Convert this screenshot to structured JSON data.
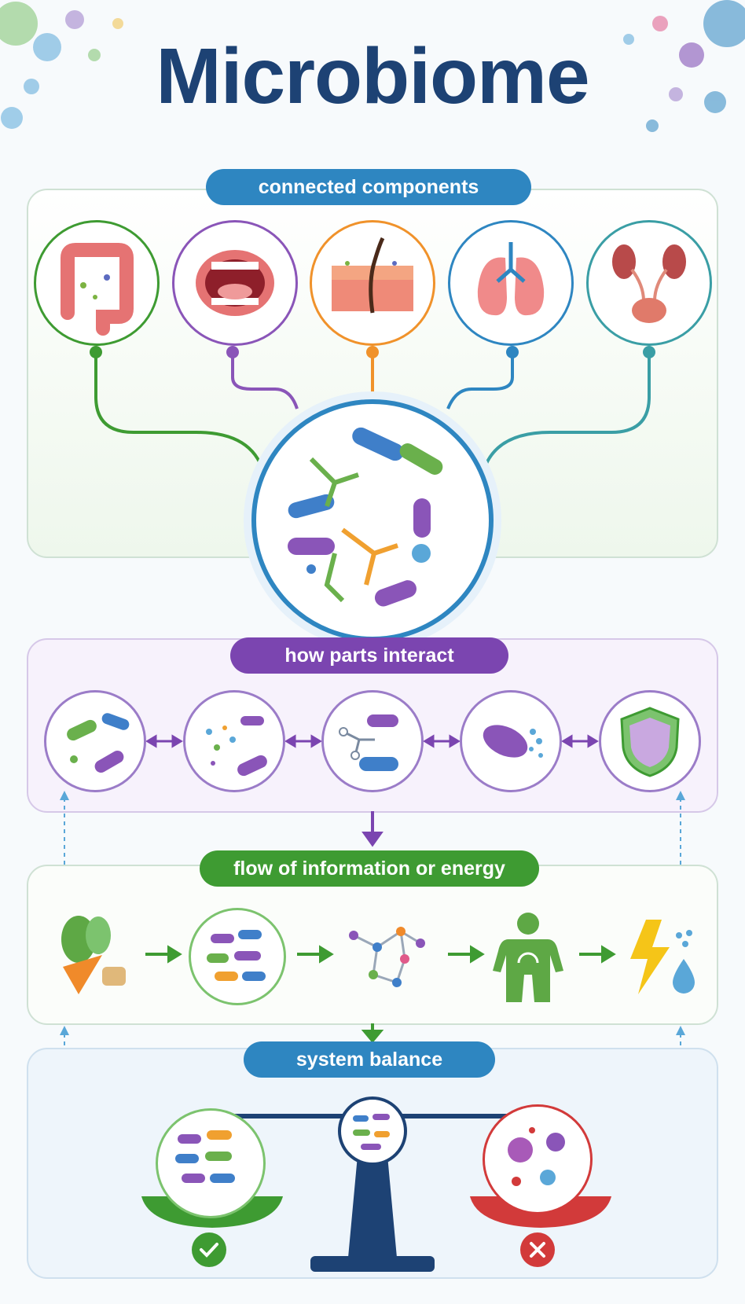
{
  "title": "Microbiome",
  "sections": {
    "components": {
      "label": "connected components",
      "color": "#2e86c1"
    },
    "interact": {
      "label": "how parts interact",
      "color": "#7b45b0"
    },
    "flow": {
      "label": "flow of information or energy",
      "color": "#3e9b32"
    },
    "balance": {
      "label": "system balance",
      "color": "#2e86c1"
    }
  },
  "components": [
    {
      "name": "gut",
      "icon": "intestine-icon",
      "color": "#3e9b32"
    },
    {
      "name": "mouth",
      "icon": "mouth-icon",
      "color": "#8a55b8"
    },
    {
      "name": "skin",
      "icon": "skin-icon",
      "color": "#f0922b"
    },
    {
      "name": "lungs",
      "icon": "lungs-icon",
      "color": "#2e86c1"
    },
    {
      "name": "urinary",
      "icon": "kidney-icon",
      "color": "#3a9ea5"
    }
  ],
  "interactions": [
    "microbes-icon",
    "dispersed-microbes-icon",
    "molecule-network-icon",
    "pathogen-icon",
    "shield-icon"
  ],
  "flow": [
    "vegetables-icon",
    "microbe-community-icon",
    "metabolite-network-icon",
    "human-body-icon",
    "energy-water-icon"
  ],
  "balance": {
    "healthy_icon": "check-icon",
    "unhealthy_icon": "cross-icon",
    "healthy_color": "#3e9b32",
    "unhealthy_color": "#d23a3a"
  }
}
